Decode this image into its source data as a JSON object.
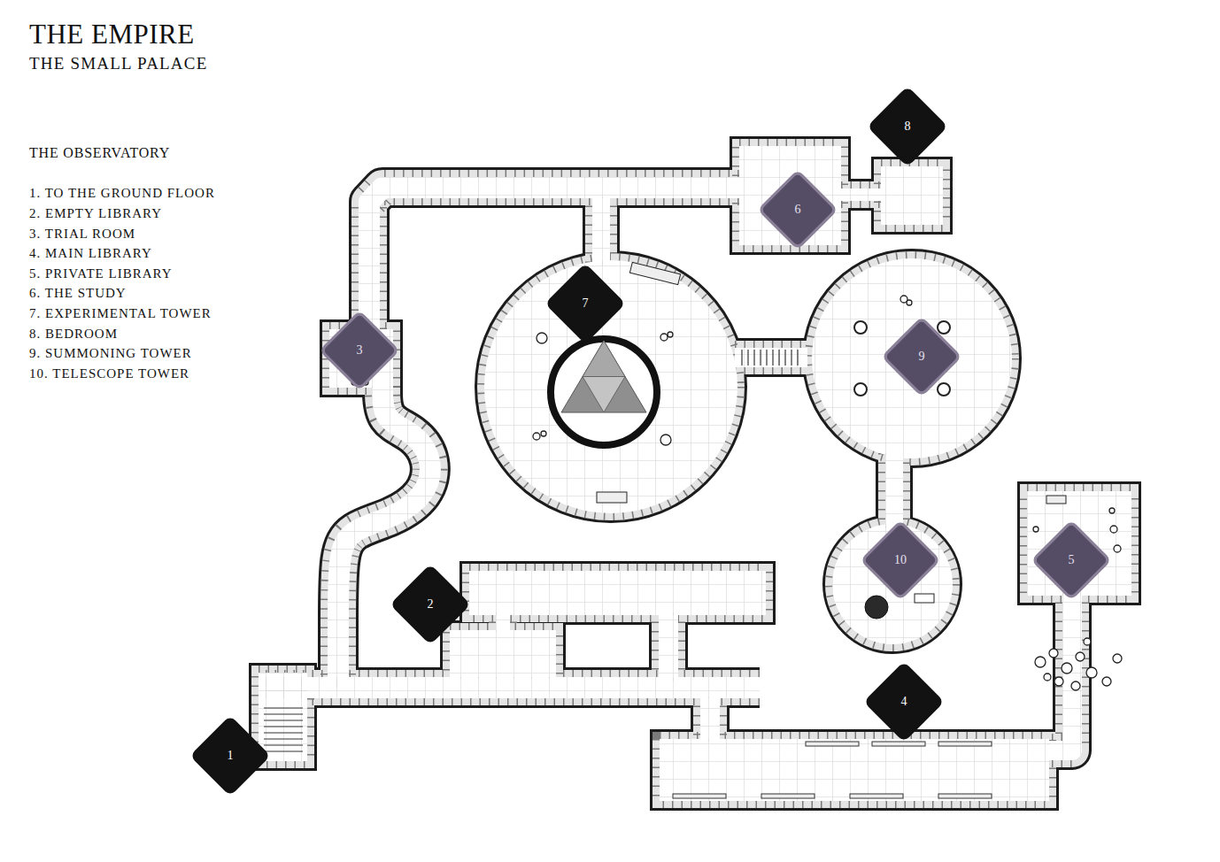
{
  "diagram": {
    "title": "THE EMPIRE",
    "nodes": [
      {
        "text": [
          "8"
        ]
      },
      {
        "text": [
          "6"
        ]
      },
      {
        "text": [
          "7"
        ]
      },
      {
        "text": [
          "3"
        ]
      },
      {
        "text": [
          "9"
        ]
      },
      {
        "text": [
          "5"
        ]
      },
      {
        "text": [
          "10"
        ]
      },
      {
        "text": [
          "2"
        ]
      },
      {
        "text": [
          "4"
        ]
      },
      {
        "text": [
          "1"
        ]
      }
    ],
    "labels": [
      "THE SMALL PALACE",
      "THE OBSERVATORY",
      "1. TO THE GROUND FLOOR",
      "2. EMPTY LIBRARY",
      "3. TRIAL ROOM",
      "4. MAIN LIBRARY",
      "5. PRIVATE LIBRARY",
      "6. THE STUDY",
      "7. EXPERIMENTAL TOWER",
      "8. BEDROOM",
      "9. SUMMONING TOWER",
      "10. TELESCOPE TOWER"
    ]
  }
}
